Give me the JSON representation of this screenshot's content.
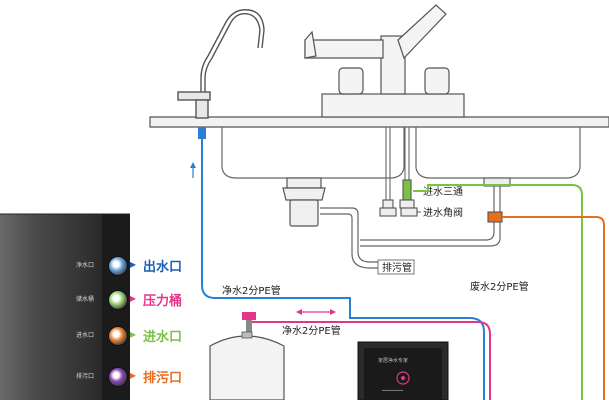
{
  "colors": {
    "pure_water": "#2a7fd4",
    "pressure_tank": "#e3368a",
    "inlet": "#7cc242",
    "drain": "#e56f1f",
    "outline": "#555555",
    "unit_body": "#3a3a3a"
  },
  "labels": {
    "inlet_tee": "进水三通",
    "inlet_angle_valve": "进水角阀",
    "drain_pipe": "排污管",
    "pure_pipe_top": "净水2分PE管",
    "waste_pipe": "废水2分PE管",
    "pure_pipe_bottom": "净水2分PE管"
  },
  "ports": [
    {
      "label": "出水口",
      "side_label": "净水口",
      "color": "#1a5fb4",
      "icon_color": "#6fa8dc"
    },
    {
      "label": "压力桶",
      "side_label": "储水桶",
      "color": "#e3368a",
      "icon_color": "#9fd27a"
    },
    {
      "label": "进水口",
      "side_label": "进水口",
      "color": "#7cc242",
      "icon_color": "#e9863a"
    },
    {
      "label": "排污口",
      "side_label": "排污口",
      "color": "#e56f1f",
      "icon_color": "#8a4bb5"
    }
  ],
  "icons": {
    "flow_up": "arrow-up-icon",
    "flow_bidirectional": "double-arrow-icon",
    "port_connector": "quick-connect-icon"
  },
  "purifier_display_text": "家居净水专家"
}
